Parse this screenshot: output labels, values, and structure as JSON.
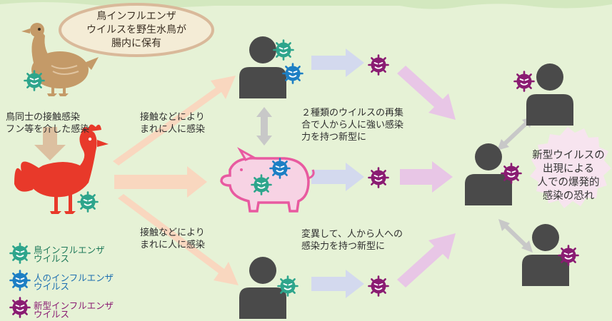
{
  "texts": {
    "bird_bubble": [
      "鳥インフルエンザ",
      "ウイルスを野生水鳥が",
      "腸内に保有"
    ],
    "bird_to_bird": [
      "鳥同士の接触感染",
      "フン等を介した感染"
    ],
    "contact_top": [
      "接触などにより",
      "まれに人に感染"
    ],
    "contact_bottom": [
      "接触などにより",
      "まれに人に感染"
    ],
    "reassortment": [
      "２種類のウイルスの再集",
      "合で人から人に強い感染",
      "力を持つ新型に"
    ],
    "mutation": [
      "変異して、人から人への",
      "感染力を持つ新型に"
    ],
    "pandemic": [
      "新型ウイルスの",
      "出現による",
      "人での爆発的",
      "感染の恐れ"
    ]
  },
  "legend": [
    {
      "label": [
        "鳥インフルエンザ",
        "ウイルス"
      ],
      "color": "#2ea58c",
      "text_color": "#1f7a5a",
      "icon": "bird-flu-virus-icon"
    },
    {
      "label": [
        "人のインフルエンザ",
        "ウイルス"
      ],
      "color": "#1d7fc4",
      "text_color": "#1d6fb0",
      "icon": "human-flu-virus-icon"
    },
    {
      "label": [
        "新型インフルエンザ",
        "ウイルス"
      ],
      "color": "#8a1c72",
      "text_color": "#8a1c72",
      "icon": "new-flu-virus-icon"
    }
  ],
  "colors": {
    "background": "#e6f2d6",
    "person": "#4a4a4a",
    "duck": "#c49a68",
    "rooster": "#e8392a",
    "pig": "#e85aa0",
    "arrow_orange": "#f9d7bf",
    "arrow_blue": "#d3d9ee",
    "arrow_purple": "#e8c6e6",
    "arrow_gray": "#c8c8c8"
  }
}
